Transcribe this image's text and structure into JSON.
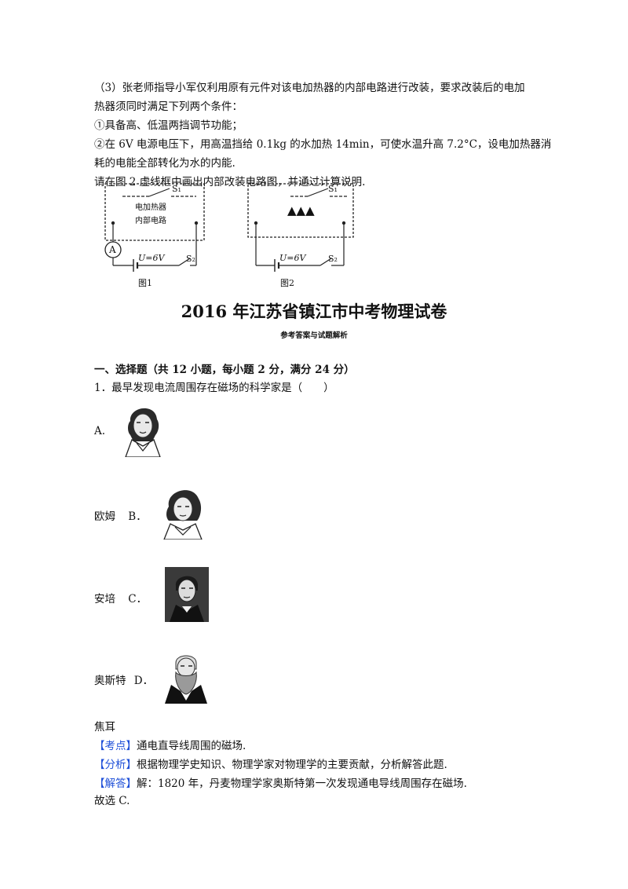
{
  "problem_part3": {
    "line1": "（3）张老师指导小军仅利用原有元件对该电加热器的内部电路进行改装，要求改装后的电加",
    "line2": "热器须同时满足下列两个条件：",
    "line3": "①具备高、低温两挡调节功能；",
    "line4": "②在 6V 电源电压下，用高温挡给 0.1kg 的水加热 14min，可使水温升高 7.2°C，设电加热器消",
    "line5": "耗的电能全部转化为水的内能.",
    "line6": "请在图 2 虚线框中画出内部改装电路图，并通过计算说明."
  },
  "figure1": {
    "switch1": "S₁",
    "switch2": "S₂",
    "box_text_line1": "电加热器",
    "box_text_line2": "内部电路",
    "ammeter": "A",
    "voltage": "U=6V",
    "caption": "图1"
  },
  "figure2": {
    "switch1": "S₁",
    "switch2": "S₂",
    "placeholder": "▲▲▲",
    "voltage": "U=6V",
    "caption": "图2"
  },
  "header": {
    "title": "2016 年江苏省镇江市中考物理试卷",
    "subtitle": "参考答案与试题解析"
  },
  "section1": {
    "heading": "一、选择题（共 12 小题，每小题 2 分，满分 24 分）",
    "question1": "1．最早发现电流周围存在磁场的科学家是（　　）"
  },
  "options": [
    {
      "prefix": "",
      "letter": "A."
    },
    {
      "prefix": "欧姆",
      "letter": "B．"
    },
    {
      "prefix": "安培",
      "letter": "C．"
    },
    {
      "prefix": "奥斯特",
      "letter": "D．"
    }
  ],
  "option_d_name": "焦耳",
  "answer": {
    "kaodian_tag": "【考点】",
    "kaodian_text": "通电直导线周围的磁场.",
    "fenxi_tag": "【分析】",
    "fenxi_text": "根据物理学史知识、物理学家对物理学的主要贡献，分析解答此题.",
    "jieda_tag": "【解答】",
    "jieda_text": "解：1820 年，丹麦物理学家奥斯特第一次发现通电导线周围存在磁场.",
    "conclusion": "故选 C."
  },
  "colors": {
    "tag_blue": "#1e4fd8",
    "text": "#111111"
  }
}
